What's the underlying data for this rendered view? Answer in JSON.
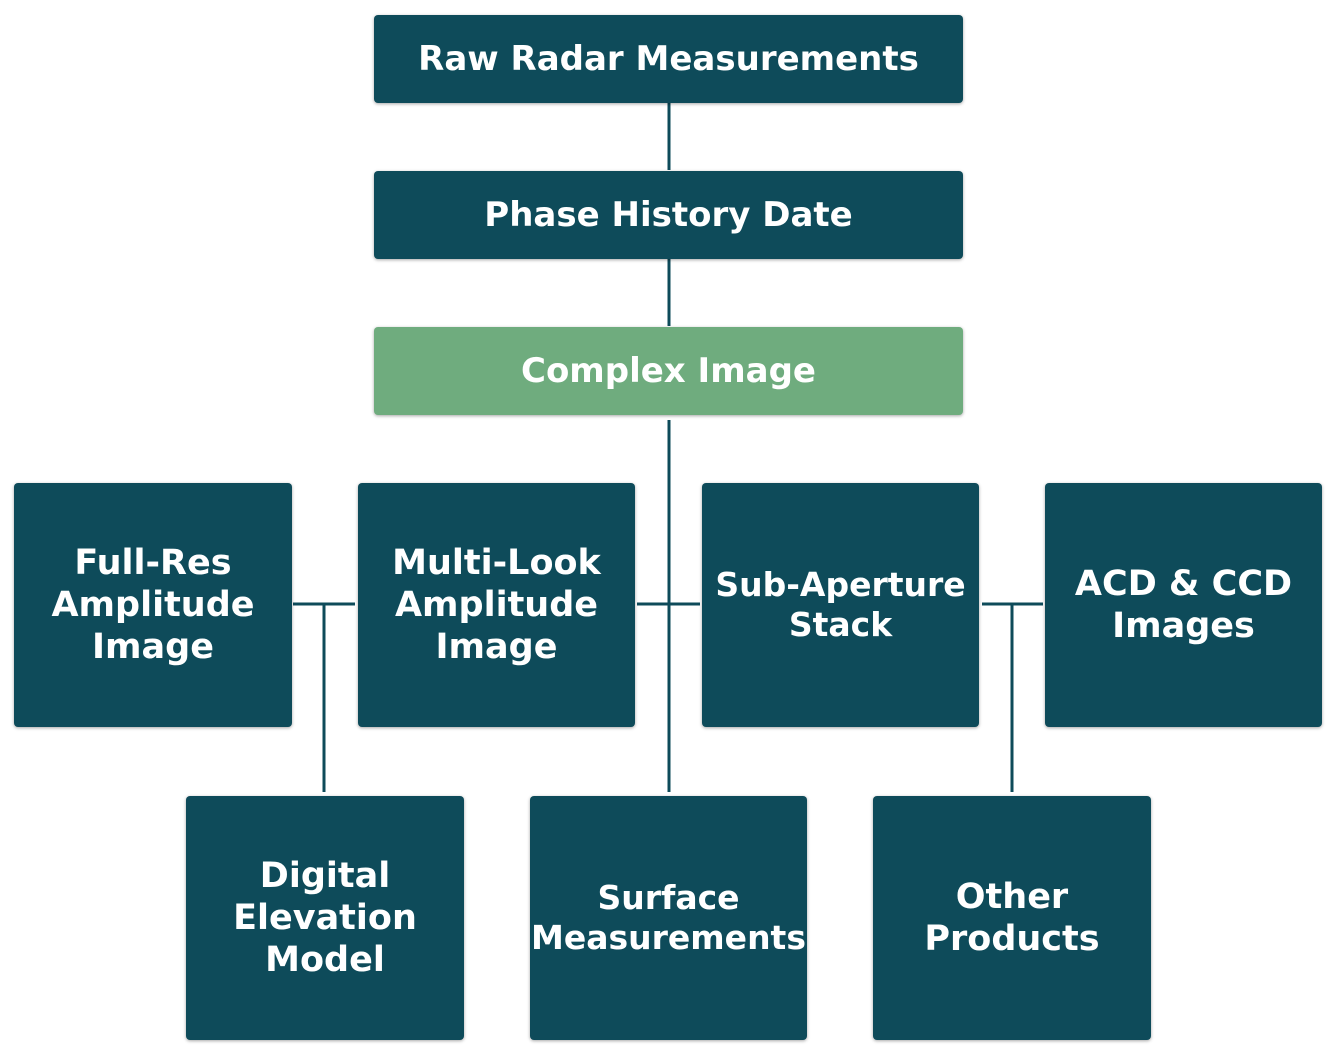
{
  "diagram": {
    "nodes": {
      "raw": "Raw Radar Measurements",
      "phase": "Phase History Date",
      "complex": "Complex Image",
      "fullres": "Full-Res\nAmplitude\nImage",
      "multilook": "Multi-Look\nAmplitude\nImage",
      "subaperture": "Sub-Aperture\nStack",
      "acd": "ACD & CCD\nImages",
      "dem": "Digital\nElevation\nModel",
      "surface": "Surface\nMeasurements",
      "other": "Other\nProducts"
    },
    "colors": {
      "node": "#0e4b5a",
      "highlight": "#6fac7e",
      "text": "#ffffff",
      "connector": "#0e4b5a"
    }
  }
}
